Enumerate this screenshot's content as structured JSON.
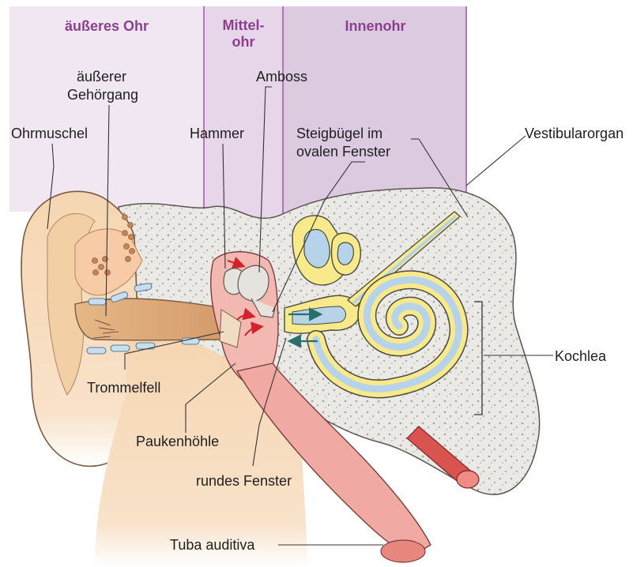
{
  "sections": {
    "outer_ear": "äußeres Ohr",
    "middle_ear": "Mittel-ohr",
    "middle_ear_line1": "Mittel-",
    "middle_ear_line2": "ohr",
    "inner_ear": "Innenohr"
  },
  "labels": {
    "ausserer_gehoergang_1": "äußerer",
    "ausserer_gehoergang_2": "Gehörgang",
    "amboss": "Amboss",
    "ohrmuschel": "Ohrmuschel",
    "hammer": "Hammer",
    "steigbuegel_1": "Steigbügel im",
    "steigbuegel_2": "ovalen Fenster",
    "vestibularorgan": "Vestibularorgan",
    "kochlea": "Kochlea",
    "trommelfell": "Trommelfell",
    "paukenhoehle": "Paukenhöhle",
    "rundes_fenster": "rundes Fenster",
    "tuba_auditiva": "Tuba auditiva"
  },
  "colors": {
    "section_tint": "#efe6f2",
    "section_divider": "#9b5aa0",
    "header_text": "#8a3f8f",
    "skin": "#f7d9b8",
    "skin_outline": "#7a5a40",
    "bone": "#ebe9e6",
    "labyrinth_yellow": "#f8ea8a",
    "labyrinth_blue": "#b7d3ea",
    "middle_ear_pink": "#f2b0ad",
    "vessel_red": "#d9534f",
    "arrow_teal": "#2b6f6a",
    "arrow_red": "#d0232c"
  }
}
